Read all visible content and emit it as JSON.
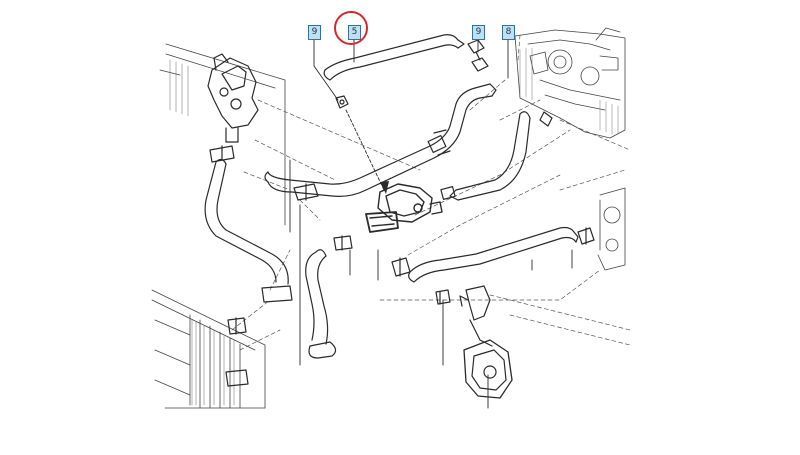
{
  "diagram": {
    "callouts": [
      {
        "id": "callout-9-left",
        "label": "9"
      },
      {
        "id": "callout-5",
        "label": "5"
      },
      {
        "id": "callout-9-right",
        "label": "9"
      },
      {
        "id": "callout-8",
        "label": "8"
      }
    ],
    "highlighted_callout": "5",
    "colors": {
      "line": "#2b2b2b",
      "dashed": "#555555",
      "callout_fill": "#bfe0f0",
      "callout_border": "#3a6f9a",
      "highlight": "#d22a2a"
    }
  }
}
